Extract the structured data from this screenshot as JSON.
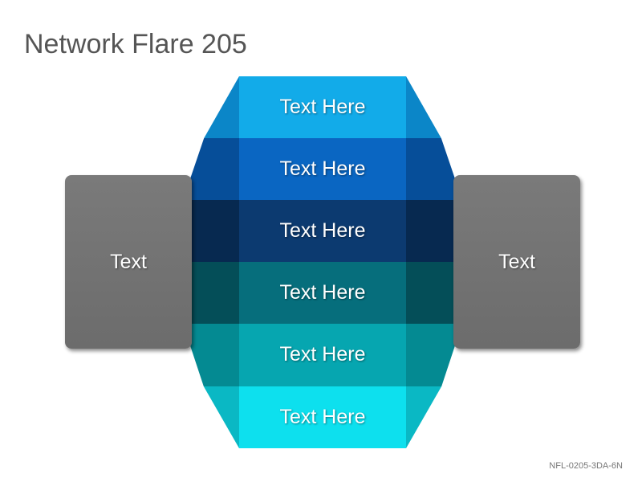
{
  "title": "Network Flare 205",
  "bands": [
    {
      "label": "Text Here",
      "color": "#12ABE9",
      "shade": "#0B86C8"
    },
    {
      "label": "Text Here",
      "color": "#0A66C2",
      "shade": "#064E99"
    },
    {
      "label": "Text Here",
      "color": "#0C3A70",
      "shade": "#072950"
    },
    {
      "label": "Text Here",
      "color": "#066E7C",
      "shade": "#044E58"
    },
    {
      "label": "Text Here",
      "color": "#06A6B0",
      "shade": "#048A92"
    },
    {
      "label": "Text Here",
      "color": "#0DE0EE",
      "shade": "#0AB8C4"
    }
  ],
  "left_box": {
    "label": "Text",
    "color": "#737373"
  },
  "right_box": {
    "label": "Text",
    "color": "#737373"
  },
  "footer_code": "NFL-0205-3DA-6N"
}
